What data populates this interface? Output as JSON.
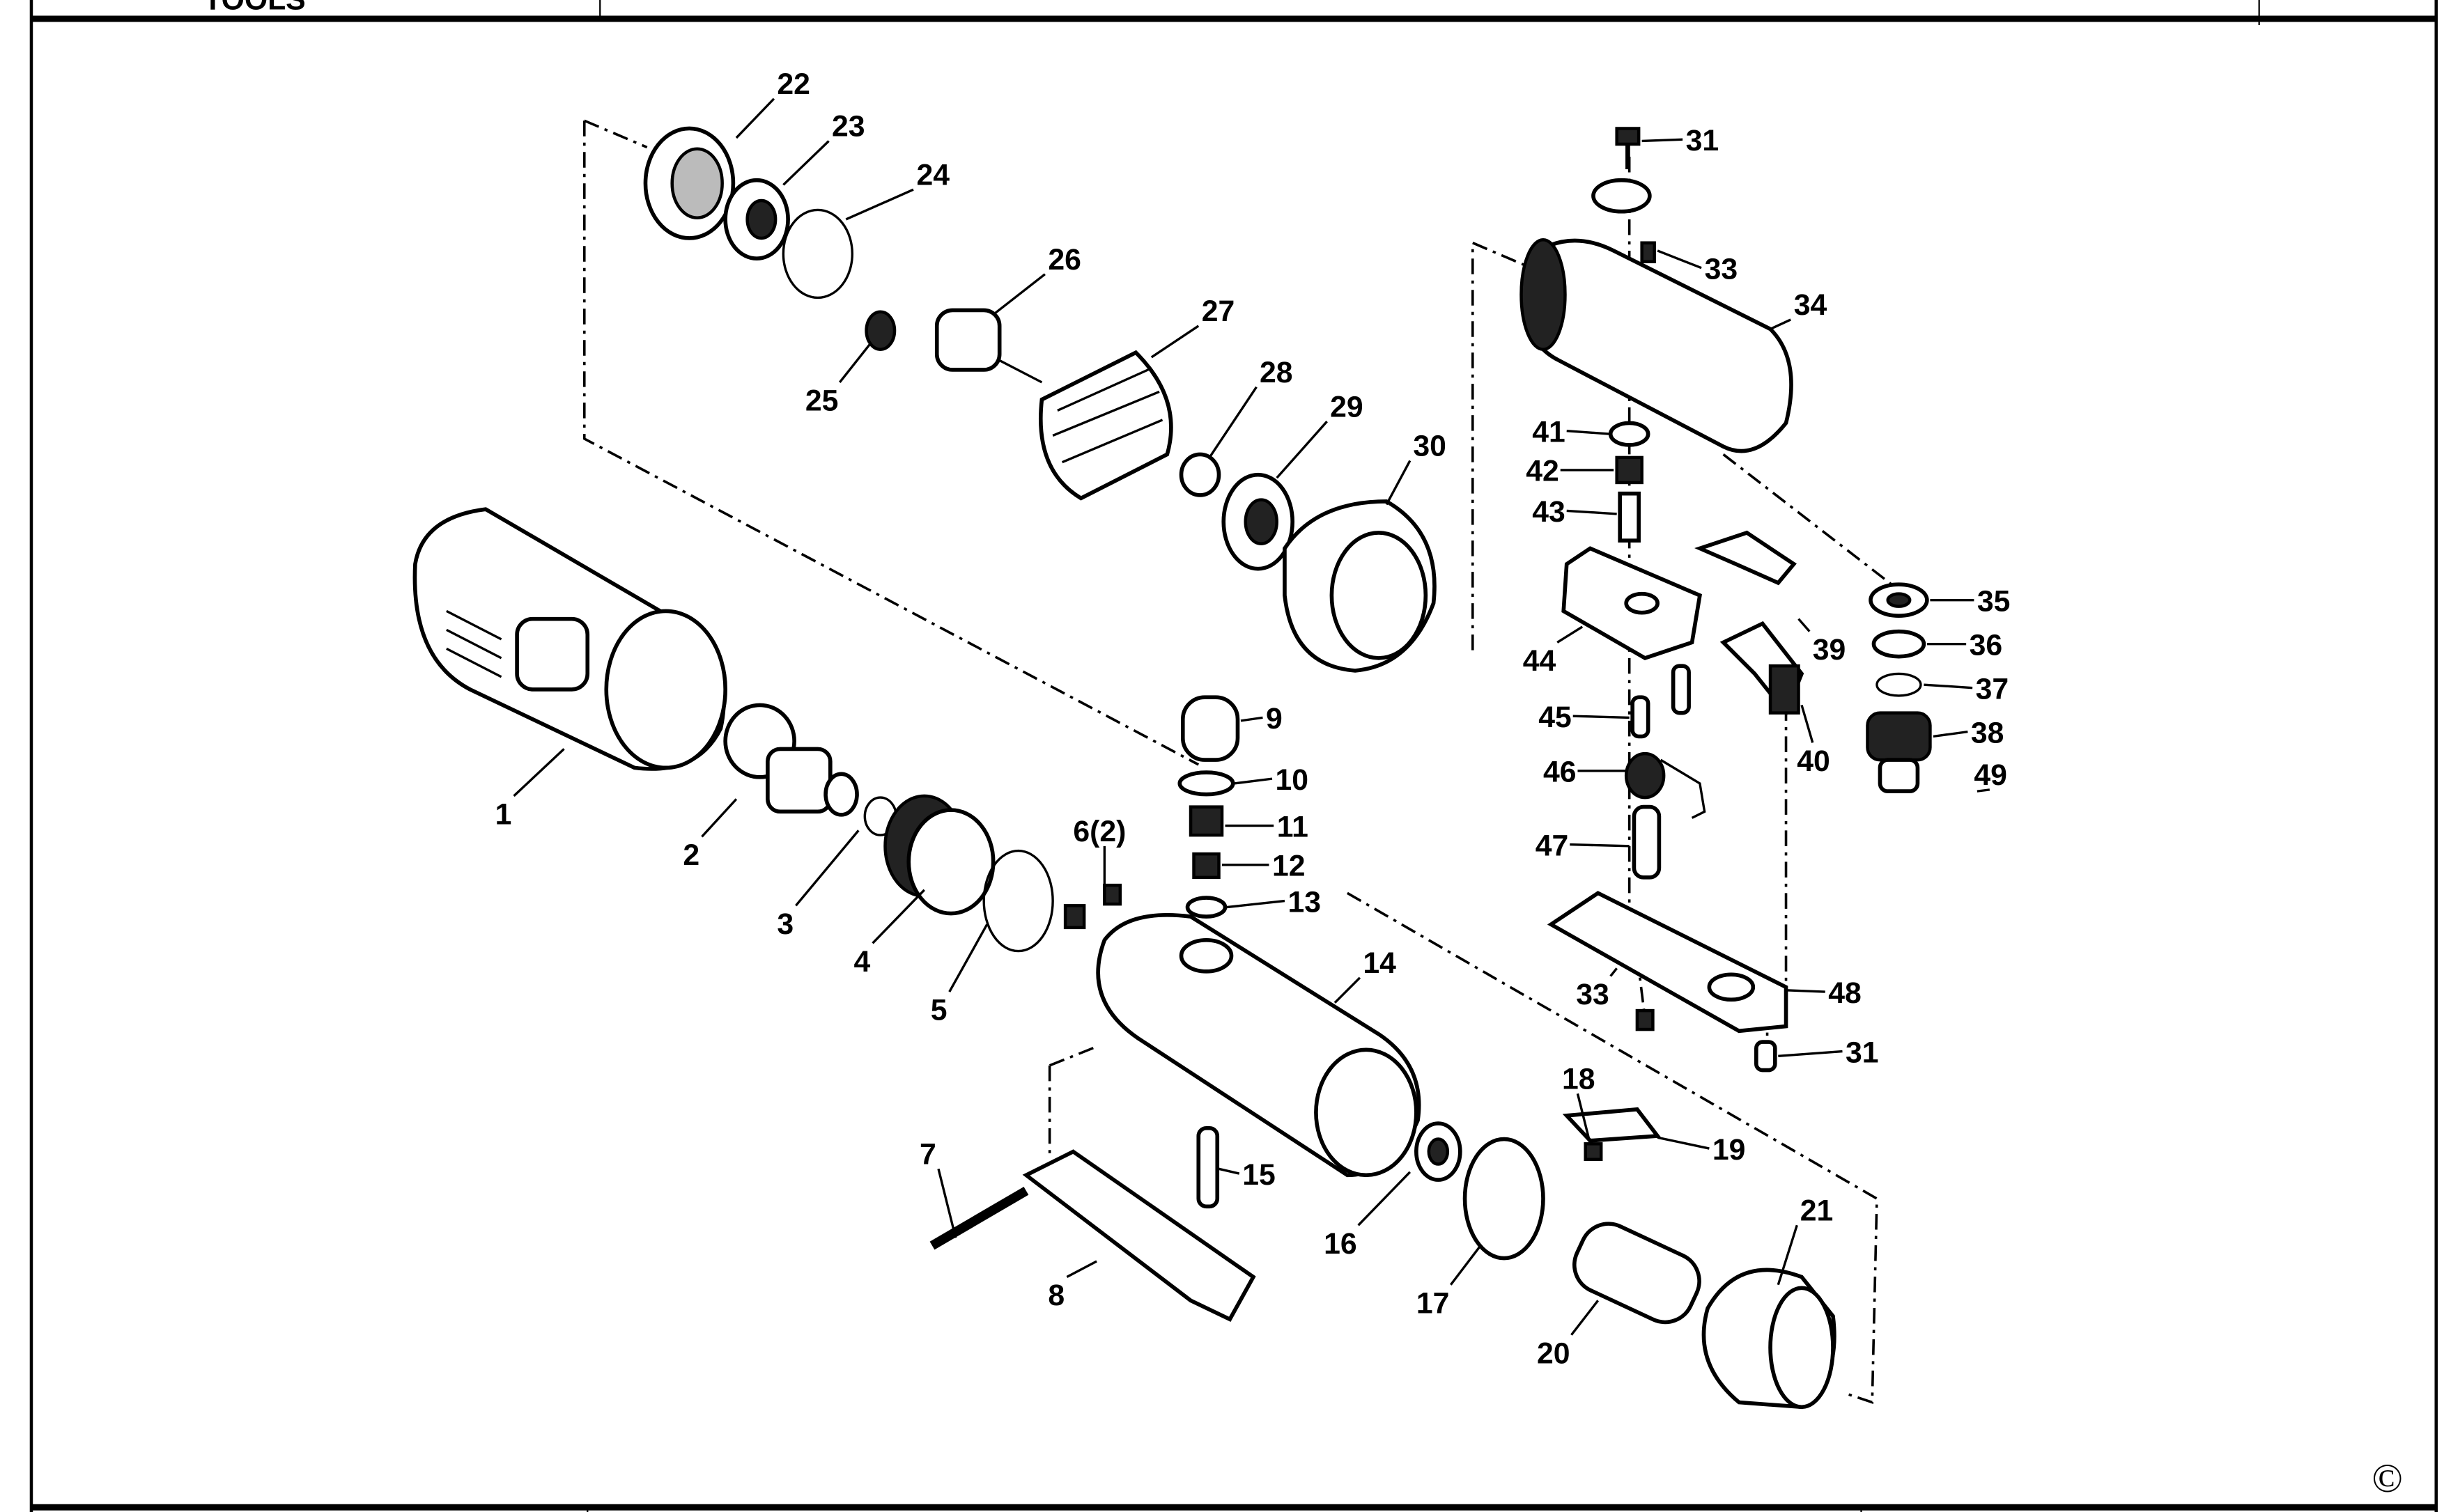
{
  "header": {
    "logo_text": "TOOLS"
  },
  "footer": {
    "copyright_symbol": "©"
  },
  "diagram": {
    "labels": [
      "22",
      "23",
      "24",
      "26",
      "27",
      "25",
      "28",
      "29",
      "30",
      "31",
      "33",
      "34",
      "41",
      "42",
      "43",
      "35",
      "36",
      "39",
      "44",
      "37",
      "45",
      "40",
      "38",
      "49",
      "9",
      "10",
      "11",
      "12",
      "13",
      "46",
      "47",
      "6(2)",
      "1",
      "2",
      "3",
      "4",
      "5",
      "14",
      "48",
      "33",
      "31",
      "18",
      "19",
      "7",
      "15",
      "16",
      "17",
      "8",
      "21",
      "20"
    ]
  }
}
